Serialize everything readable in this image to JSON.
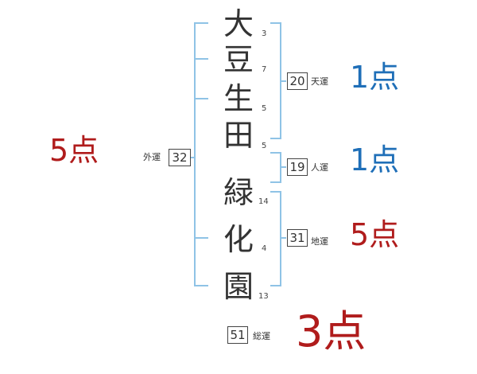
{
  "name_chars": [
    {
      "char": "大",
      "strokes": "3"
    },
    {
      "char": "豆",
      "strokes": "7"
    },
    {
      "char": "生",
      "strokes": "5"
    },
    {
      "char": "田",
      "strokes": "5"
    },
    {
      "char": "緑",
      "strokes": "14"
    },
    {
      "char": "化",
      "strokes": "4"
    },
    {
      "char": "園",
      "strokes": "13"
    }
  ],
  "fortunes": {
    "tenkaku": {
      "value": "20",
      "label": "天運",
      "score": "1点",
      "color": "#1f6fb8"
    },
    "jinkaku": {
      "value": "19",
      "label": "人運",
      "score": "1点",
      "color": "#1f6fb8"
    },
    "chikaku": {
      "value": "31",
      "label": "地運",
      "score": "5点",
      "color": "#b01c1c"
    },
    "gaikaku": {
      "value": "32",
      "label": "外運",
      "score": "5点",
      "color": "#b01c1c"
    },
    "soukaku": {
      "value": "51",
      "label": "総運",
      "score": "3点",
      "color": "#b01c1c"
    }
  },
  "colors": {
    "bracket_line": "#8fc3e6",
    "text": "#333333"
  }
}
